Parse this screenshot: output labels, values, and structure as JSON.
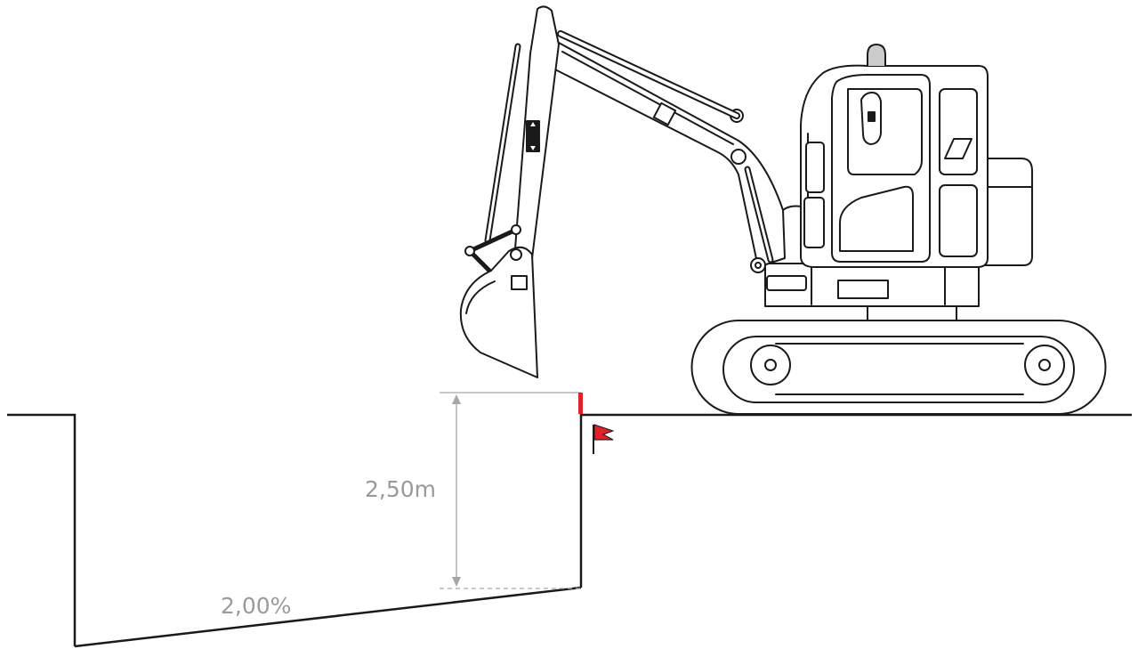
{
  "diagram": {
    "depth_label": "2,50m",
    "slope_label": "2,00%"
  },
  "colors": {
    "line": "#1a1a1a",
    "dimension": "#a6a6a6",
    "marker_red": "#e0202a",
    "background": "#ffffff"
  },
  "icons": {
    "flag": "red-flag-icon",
    "machine": "excavator"
  }
}
